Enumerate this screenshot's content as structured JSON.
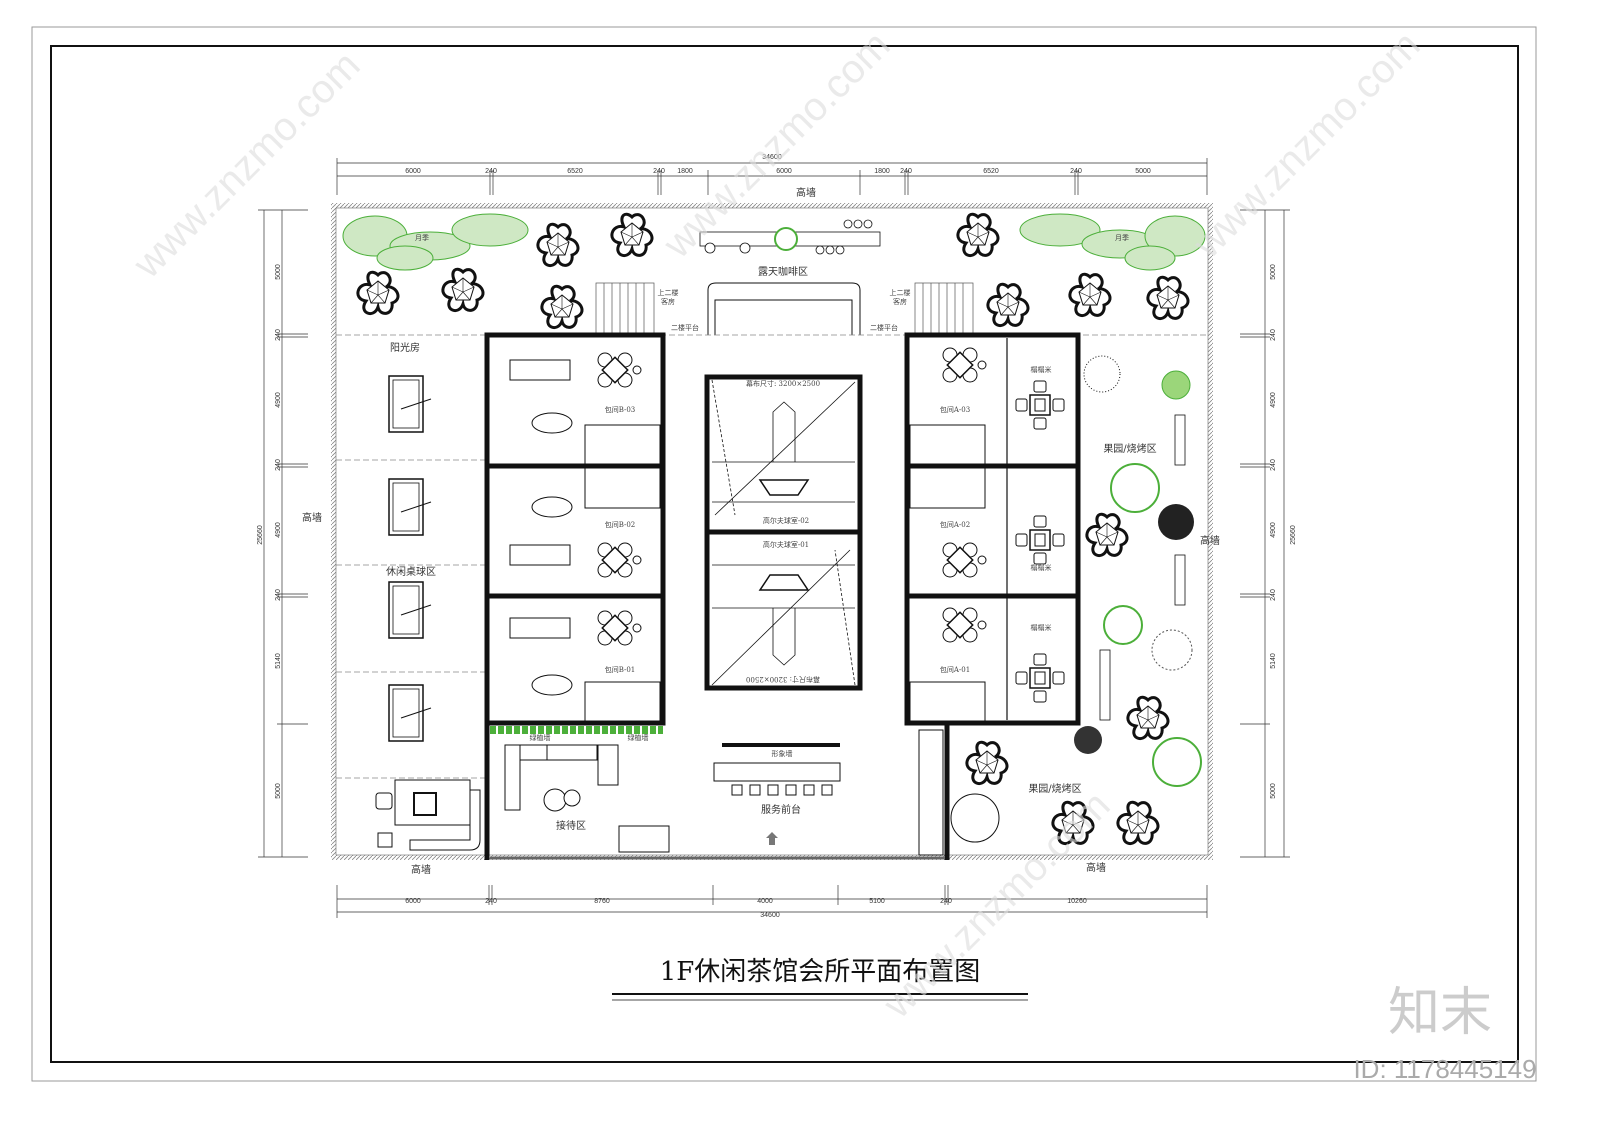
{
  "title": "1F休闲茶馆会所平面布置图",
  "logo_text": "知末",
  "id_text": "ID: 1178445149",
  "watermark": "www.znzmo.com",
  "colors": {
    "line": "#111111",
    "plant_green": "#4caf3a",
    "hatch": "#888888"
  },
  "dimensions": {
    "top_total": "34600",
    "top": [
      "6000",
      "240",
      "6520",
      "240",
      "1800",
      "6000",
      "1800",
      "240",
      "6520",
      "240",
      "5000"
    ],
    "bottom_total": "34600",
    "bottom": [
      "6000",
      "240",
      "8760",
      "4000",
      "5100",
      "240",
      "10260"
    ],
    "left_total": "25660",
    "left": [
      "5000",
      "240",
      "4900",
      "240",
      "4900",
      "240",
      "5140",
      "5000"
    ],
    "right_total": "25660",
    "right": [
      "5000",
      "240",
      "4900",
      "240",
      "4900",
      "240",
      "5140",
      "5000"
    ]
  },
  "labels": {
    "high_wall_top": "高墙",
    "high_wall_left": "高墙",
    "high_wall_right": "高墙",
    "high_wall_bottom_left": "高墙",
    "high_wall_bottom_right": "高墙",
    "rose_left": "月季",
    "rose_right": "月季",
    "outdoor_cafe": "露天咖啡区",
    "stairs_left": "上二楼",
    "stairs_left_2": "客房",
    "stairs_right": "上二楼",
    "stairs_right_2": "客房",
    "platform_left": "二楼平台",
    "platform_right": "二楼平台",
    "sunroom": "阳光房",
    "billiards": "休闲桌球区",
    "room_b03": "包间B-03",
    "room_b02": "包间B-02",
    "room_b01": "包间B-01",
    "room_a03": "包间A-03",
    "room_a02": "包间A-02",
    "room_a01": "包间A-01",
    "tatami_1": "榻榻米",
    "tatami_2": "榻榻米",
    "tatami_3": "榻榻米",
    "golf_02": "高尔夫球室-02",
    "golf_01": "高尔夫球室-01",
    "screen_size_top": "幕布尺寸: 3200×2500",
    "screen_size_bottom": "幕布尺寸: 3200×2500",
    "orchard_1": "果园/烧烤区",
    "orchard_2": "果园/烧烤区",
    "green_wall_1": "绿植墙",
    "green_wall_2": "绿植墙",
    "image_wall": "形象墙",
    "reception_area": "接待区",
    "front_desk": "服务前台"
  }
}
